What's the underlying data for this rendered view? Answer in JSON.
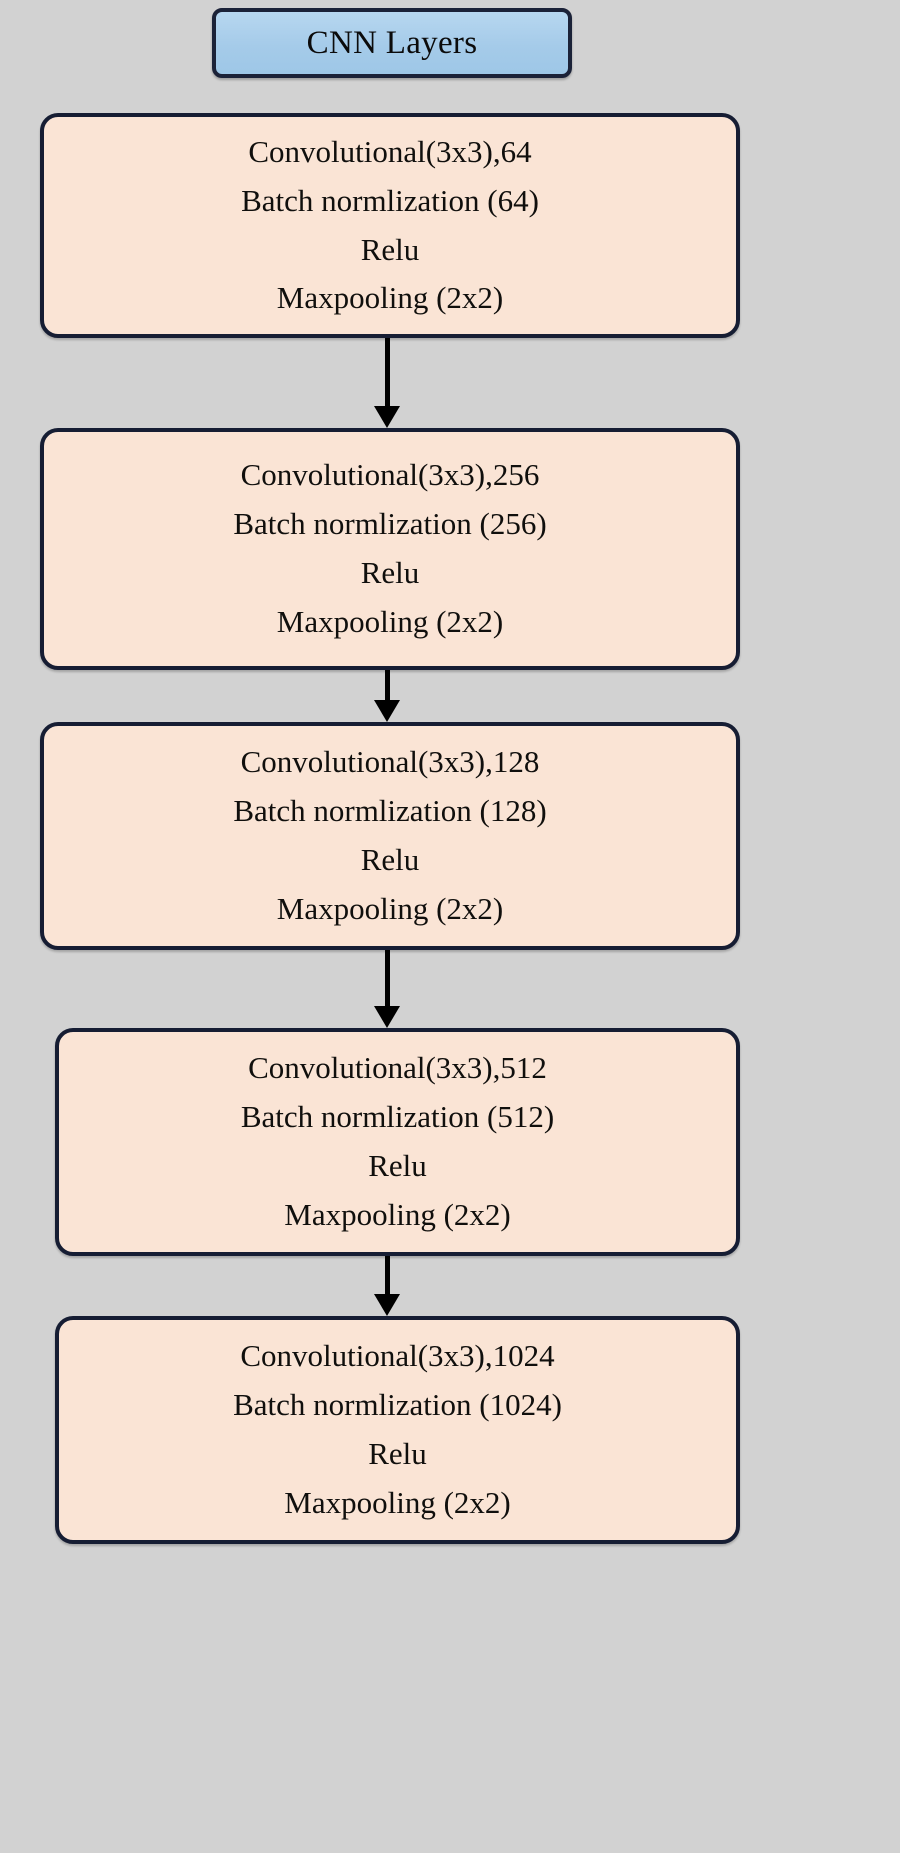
{
  "diagram": {
    "title": "CNN Layers",
    "background_color": "#d2d2d2",
    "header_color": "#a5cbe9",
    "block_color": "#fae4d5",
    "border_color": "#161d33",
    "arrow_color": "#000000"
  },
  "blocks": [
    {
      "id": "block-1",
      "filters": "64",
      "lines": [
        "Convolutional(3x3),64",
        "Batch normlization (64)",
        "Relu",
        "Maxpooling (2x2)"
      ]
    },
    {
      "id": "block-2",
      "filters": "256",
      "lines": [
        "Convolutional(3x3),256",
        "Batch normlization (256)",
        "Relu",
        "Maxpooling (2x2)"
      ]
    },
    {
      "id": "block-3",
      "filters": "128",
      "lines": [
        "Convolutional(3x3),128",
        "Batch normlization (128)",
        "Relu",
        "Maxpooling (2x2)"
      ]
    },
    {
      "id": "block-4",
      "filters": "512",
      "lines": [
        "Convolutional(3x3),512",
        "Batch normlization (512)",
        "Relu",
        "Maxpooling (2x2)"
      ]
    },
    {
      "id": "block-5",
      "filters": "1024",
      "lines": [
        "Convolutional(3x3),1024",
        "Batch normlization (1024)",
        "Relu",
        "Maxpooling (2x2)"
      ]
    }
  ],
  "arrows": [
    {
      "id": "arrow-1-2",
      "from": "block-1",
      "to": "block-2"
    },
    {
      "id": "arrow-2-3",
      "from": "block-2",
      "to": "block-3"
    },
    {
      "id": "arrow-3-4",
      "from": "block-3",
      "to": "block-4"
    },
    {
      "id": "arrow-4-5",
      "from": "block-4",
      "to": "block-5"
    }
  ]
}
